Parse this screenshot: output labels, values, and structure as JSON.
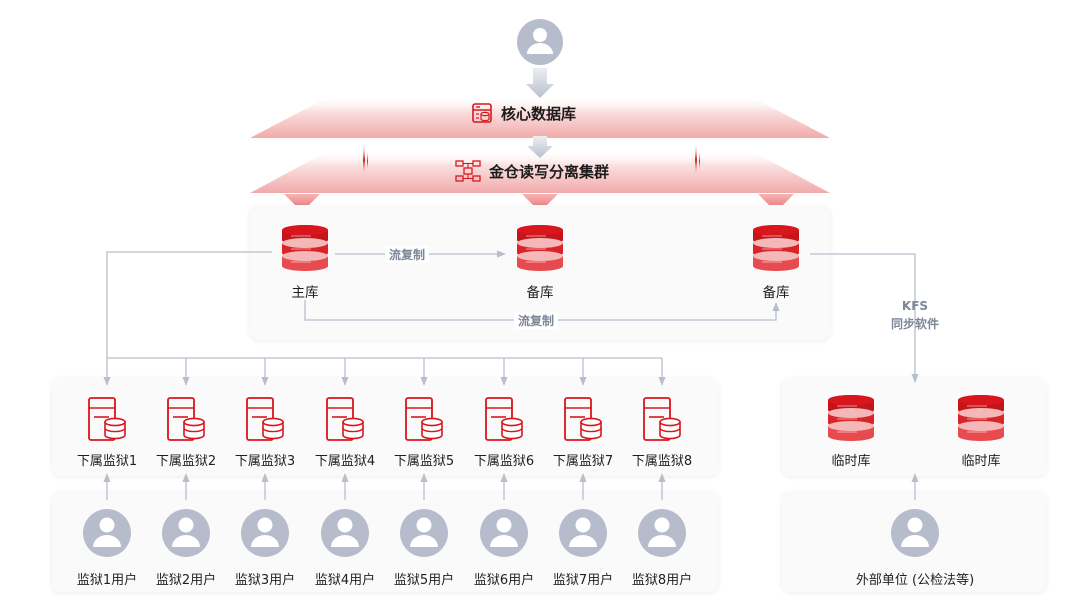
{
  "core_db": {
    "title": "核心数据库",
    "icon": "database-server-icon"
  },
  "cluster": {
    "title": "金仓读写分离集群",
    "icon": "cluster-network-icon"
  },
  "nodes": {
    "primary": "主库",
    "standby1": "备库",
    "standby2": "备库"
  },
  "replication": {
    "label_top": "流复制",
    "label_bottom": "流复制"
  },
  "kfs": {
    "line1": "KFS",
    "line2": "同步软件"
  },
  "sub_prisons": [
    "下属监狱1",
    "下属监狱2",
    "下属监狱3",
    "下属监狱4",
    "下属监狱5",
    "下属监狱6",
    "下属监狱7",
    "下属监狱8"
  ],
  "prison_users": [
    "监狱1用户",
    "监狱2用户",
    "监狱3用户",
    "监狱4用户",
    "监狱5用户",
    "监狱6用户",
    "监狱7用户",
    "监狱8用户"
  ],
  "temp_dbs": [
    "临时库",
    "临时库"
  ],
  "external_unit": "外部单位 (公检法等)",
  "colors": {
    "red": "#d9161d",
    "gray": "#b6bccb",
    "line": "#b8bfcc",
    "label": "#7c8798",
    "panel": "#fafafb"
  }
}
